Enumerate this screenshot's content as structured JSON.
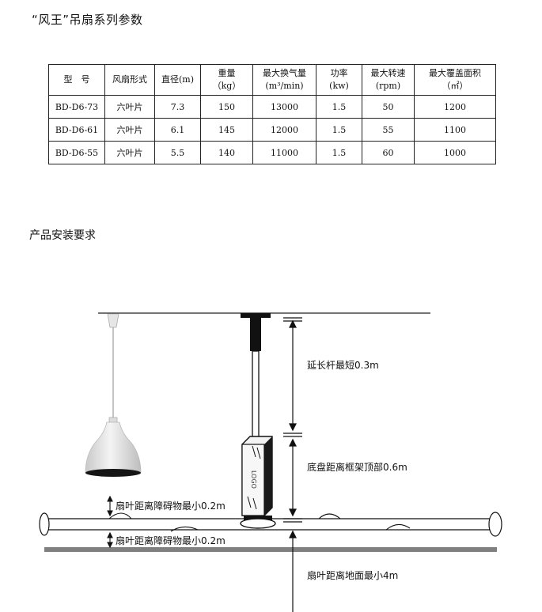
{
  "title": "“风王”吊扇系列参数",
  "table": {
    "headers": [
      [
        "型　号"
      ],
      [
        "风扇形式"
      ],
      [
        "直径(m)"
      ],
      [
        "重量",
        "（kg）"
      ],
      [
        "最大换气量",
        "(m³/min)"
      ],
      [
        "功率",
        "(kw)"
      ],
      [
        "最大转速",
        "(rpm)"
      ],
      [
        "最大覆盖面积",
        "（㎡）"
      ]
    ],
    "rows": [
      [
        "BD-D6-73",
        "六叶片",
        "7.3",
        "150",
        "13000",
        "1.5",
        "50",
        "1200"
      ],
      [
        "BD-D6-61",
        "六叶片",
        "6.1",
        "145",
        "12000",
        "1.5",
        "55",
        "1100"
      ],
      [
        "BD-D6-55",
        "六叶片",
        "5.5",
        "140",
        "11000",
        "1.5",
        "60",
        "1000"
      ]
    ]
  },
  "section_title": "产品安装要求",
  "diagram": {
    "labels": {
      "extension": "延长杆最短0.3m",
      "chassis": "底盘距离框架顶部0.6m",
      "obstacle_top": "扇叶距离障碍物最小0.2m",
      "obstacle_bottom": "扇叶距离障碍物最小0.2m",
      "ground": "扇叶距离地面最小4m"
    },
    "motor_text": "LOGO"
  }
}
